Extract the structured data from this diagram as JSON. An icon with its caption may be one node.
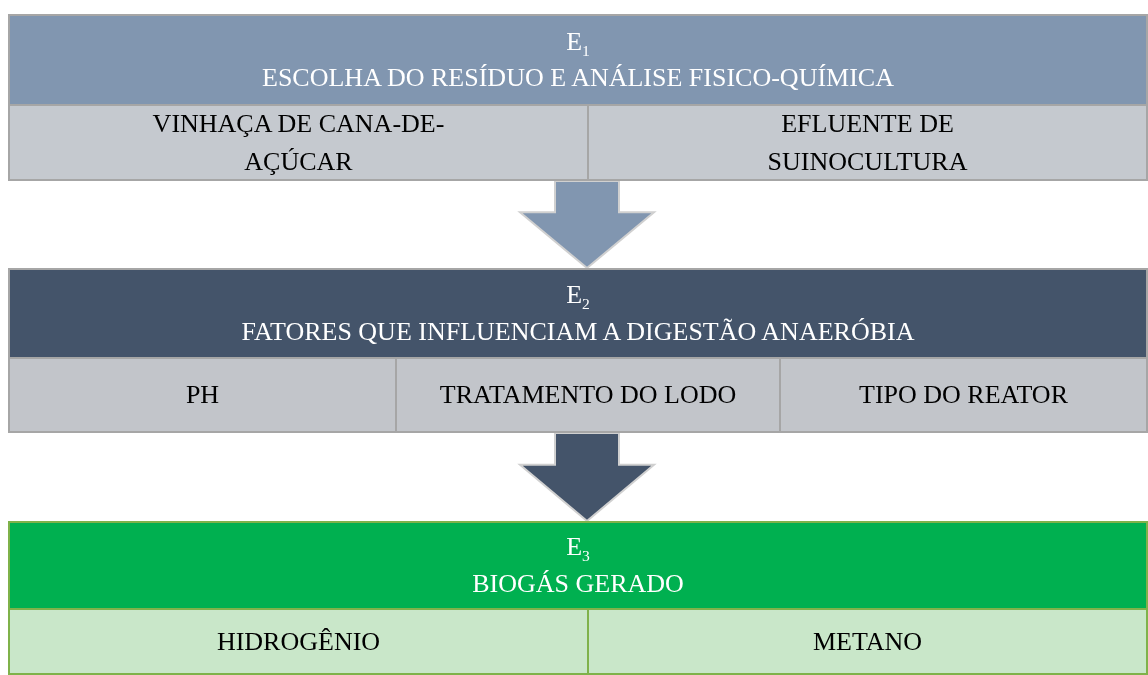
{
  "diagram": {
    "nodes": [
      {
        "text": [
          "E$_{1}$",
          "ESCOLHA DO RESÍDUO E ANÁLISE FISICO-QUÍMICA"
        ]
      },
      {
        "text": [
          "VINHAÇA DE CANA-DE-AÇÚCAR"
        ],
        "in": 0
      },
      {
        "text": [
          "EFLUENTE DE SUINOCULTURA"
        ],
        "in": 0
      },
      {
        "text": [
          "E$_{2}$",
          "FATORES QUE INFLUENCIAM A DIGESTÃO ANAERÓBIA"
        ]
      },
      {
        "text": [
          "PH"
        ],
        "in": 3
      },
      {
        "text": [
          "TRATAMENTO DO LODO"
        ],
        "in": 3
      },
      {
        "text": [
          "TIPO DO REATOR"
        ],
        "in": 3
      },
      {
        "text": [
          "E$_{3}$",
          "BIOGÁS GERADO"
        ]
      },
      {
        "text": [
          "HIDROGÊNIO"
        ],
        "in": 7
      },
      {
        "text": [
          "METANO"
        ],
        "in": 7
      }
    ],
    "edges": [
      {
        "from": 0,
        "to": 3,
        "arrow": "to",
        "style": "thick",
        "color": "#8196b0"
      },
      {
        "from": 3,
        "to": 7,
        "arrow": "to",
        "style": "thick",
        "color": "#44546a"
      }
    ]
  }
}
